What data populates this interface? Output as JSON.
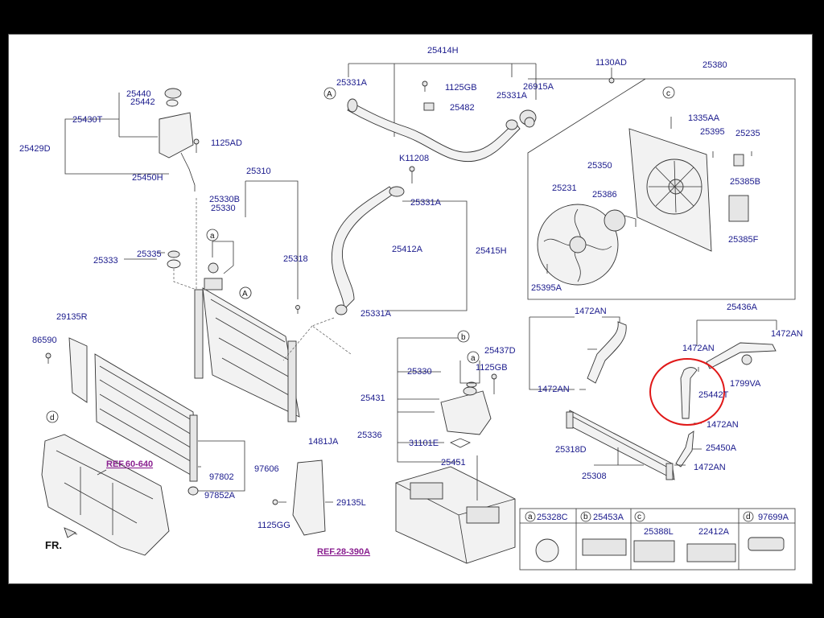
{
  "labels": {
    "p25414H": "25414H",
    "p1130AD": "1130AD",
    "p25380": "25380",
    "p25331A_1": "25331A",
    "p1125GB_1": "1125GB",
    "p25331A_2": "25331A",
    "p26915A": "26915A",
    "p25482": "25482",
    "p25440": "25440",
    "p25442": "25442",
    "p25430T": "25430T",
    "p25429D": "25429D",
    "p1125AD": "1125AD",
    "p25450H": "25450H",
    "p1335AA": "1335AA",
    "p25395": "25395",
    "p25235": "25235",
    "p25350": "25350",
    "p25385B": "25385B",
    "pK11208": "K11208",
    "p25331A_3": "25331A",
    "p25310": "25310",
    "p25330B": "25330B",
    "p25330": "25330",
    "p25231": "25231",
    "p25386": "25386",
    "p25385F": "25385F",
    "p25395A": "25395A",
    "p25333": "25333",
    "p25335": "25335",
    "p25318": "25318",
    "p25412A": "25412A",
    "p25415H": "25415H",
    "p25331A_4": "25331A",
    "p1472AN_1": "1472AN",
    "p25436A": "25436A",
    "p29135R": "29135R",
    "p86590": "86590",
    "p1472AN_2": "1472AN",
    "p1472AN_3": "1472AN",
    "p25437D": "25437D",
    "p25330_2": "25330",
    "p1125GB_2": "1125GB",
    "p1799VA": "1799VA",
    "p1472AN_4": "1472AN",
    "p25442T": "25442T",
    "p25431": "25431",
    "p1472AN_5": "1472AN",
    "p25336": "25336",
    "p1481JA": "1481JA",
    "p31101E": "31101E",
    "p25450A": "25450A",
    "p25318D": "25318D",
    "p97606": "97606",
    "p97802": "97802",
    "p97852A": "97852A",
    "p25451": "25451",
    "p1472AN_6": "1472AN",
    "p25308": "25308",
    "p29135L": "29135L",
    "p1125GG": "1125GG"
  },
  "refs": {
    "ref60640": "REF.60-640",
    "ref28390A": "REF.28-390A"
  },
  "direction": "FR.",
  "circle_letters": {
    "a": "a",
    "b": "b",
    "c": "c",
    "d": "d",
    "A": "A"
  },
  "legend": [
    {
      "letter": "a",
      "part": "25328C"
    },
    {
      "letter": "b",
      "part": "25453A"
    },
    {
      "letter": "c",
      "part": "25388L"
    },
    {
      "letter": "",
      "part": "22412A"
    },
    {
      "letter": "d",
      "part": "97699A"
    }
  ],
  "highlight": {
    "color": "#e01818",
    "target": "25442T"
  }
}
